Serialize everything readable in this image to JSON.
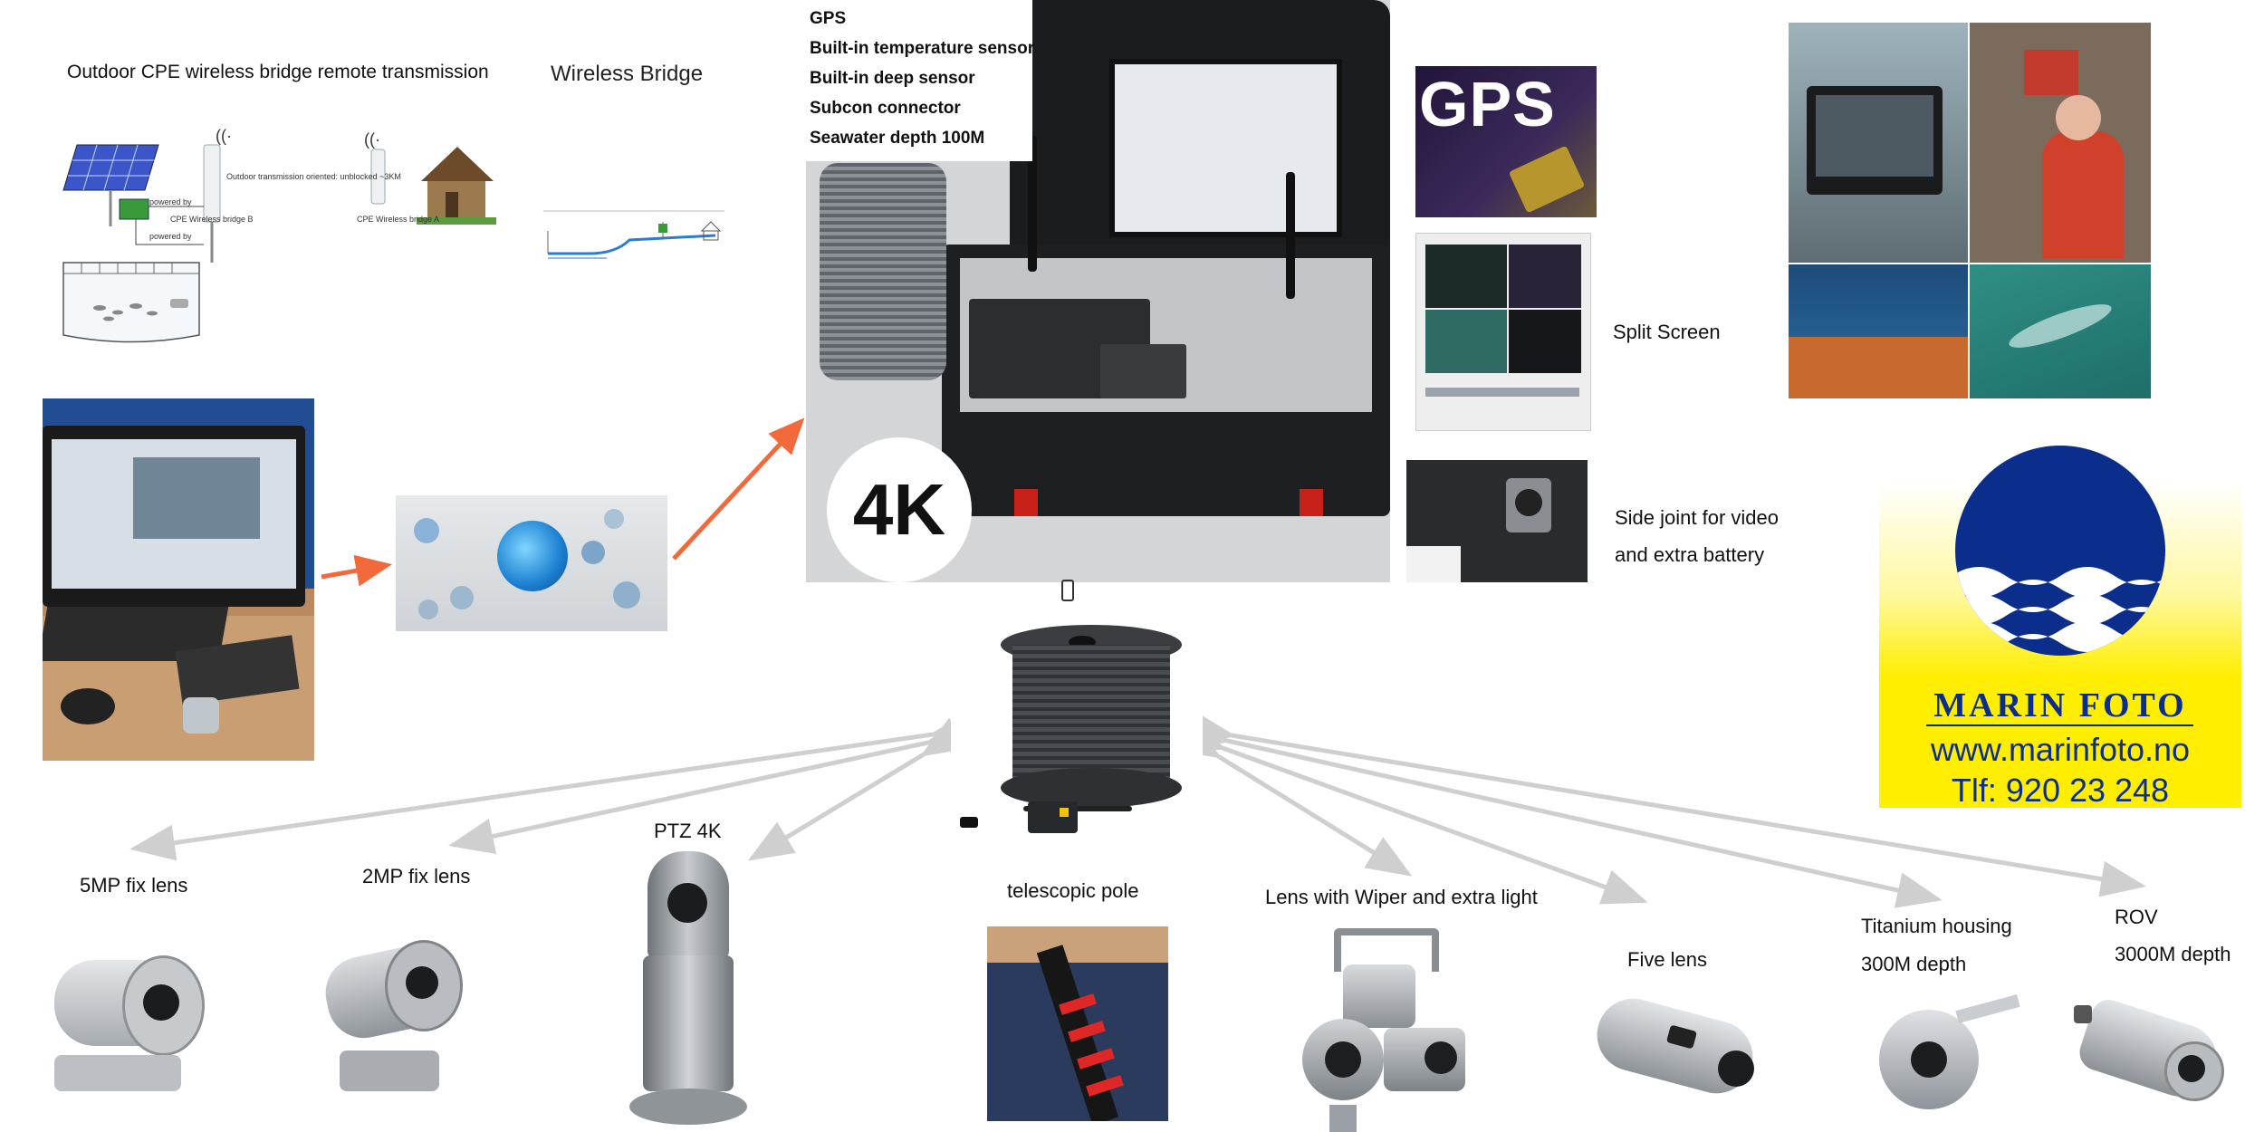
{
  "top": {
    "outdoor_cpe": "Outdoor CPE wireless bridge remote transmission",
    "wireless_bridge": "Wireless Bridge",
    "diagram_labels": {
      "powered_by_1": "powered by",
      "powered_by_2": "powered by",
      "cpe_b": "CPE Wireless bridge B",
      "cpe_a": "CPE Wireless bridge A",
      "outdoor_note": "Outdoor transmission oriented: unblocked ~3KM"
    }
  },
  "features": [
    "GPS",
    "Built-in temperature sensor",
    "Built-in deep sensor",
    "Subcon connector",
    "Seawater depth 100M"
  ],
  "badge_4k": "4K",
  "gps_logo": "GPS",
  "split_screen": "Split Screen",
  "side_joint": [
    "Side joint for video",
    "and extra battery"
  ],
  "brand": {
    "name": "MARIN FOTO",
    "url": "www.marinfoto.no",
    "phone": "Tlf: 920 23 248",
    "yellow": "#ffee00",
    "blue": "#0b2e8c"
  },
  "products": {
    "p5mp": "5MP fix lens",
    "p2mp": "2MP fix lens",
    "ptz": "PTZ 4K",
    "pole": "telescopic pole",
    "wiper": "Lens with Wiper  and extra light",
    "five": "Five lens",
    "titanium": [
      "Titanium housing",
      "300M depth"
    ],
    "rov": [
      "ROV",
      "3000M depth"
    ]
  },
  "colors": {
    "accent_arrow": "#f26a3c",
    "gray_arrow": "#cfcfcf"
  }
}
